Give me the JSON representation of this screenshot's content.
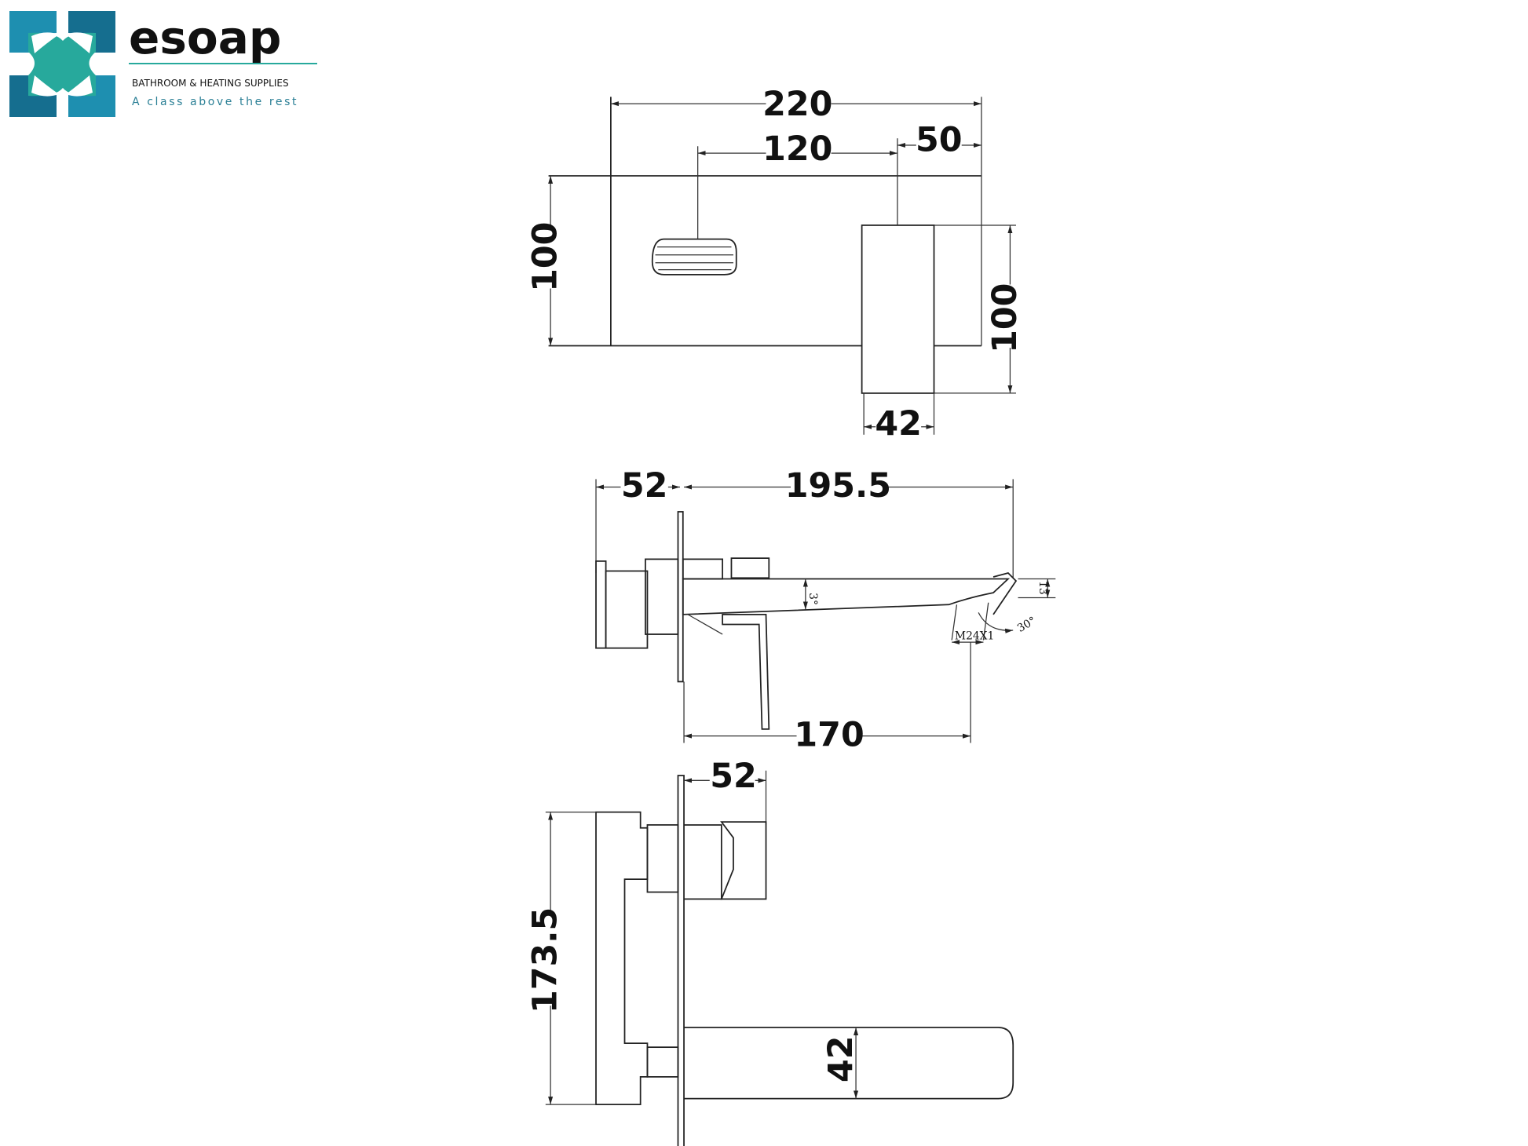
{
  "logo": {
    "wordmark": "esoap",
    "tagline_1": "BATHROOM & HEATING SUPPLIES",
    "tagline_2": "A class above the rest",
    "colors": {
      "teal": "#27a99c",
      "blue": "#1e8fb0",
      "dark_blue": "#156e8f",
      "text": "#111111",
      "tagline": "#2a7f95"
    }
  },
  "front_view": {
    "overall_width": "220",
    "spout_to_handle": "120",
    "handle_offset": "50",
    "plate_height": "100",
    "handle_height": "100",
    "handle_width": "42"
  },
  "side_view": {
    "body_depth": "52",
    "spout_projection": "195.5",
    "outlet_distance": "170",
    "spout_angle": "3°",
    "outlet_thread": "M24X1",
    "outlet_height": "13",
    "outlet_angle": "30°"
  },
  "top_view": {
    "handle_depth": "52",
    "total_height": "173.5",
    "spout_width": "42"
  }
}
